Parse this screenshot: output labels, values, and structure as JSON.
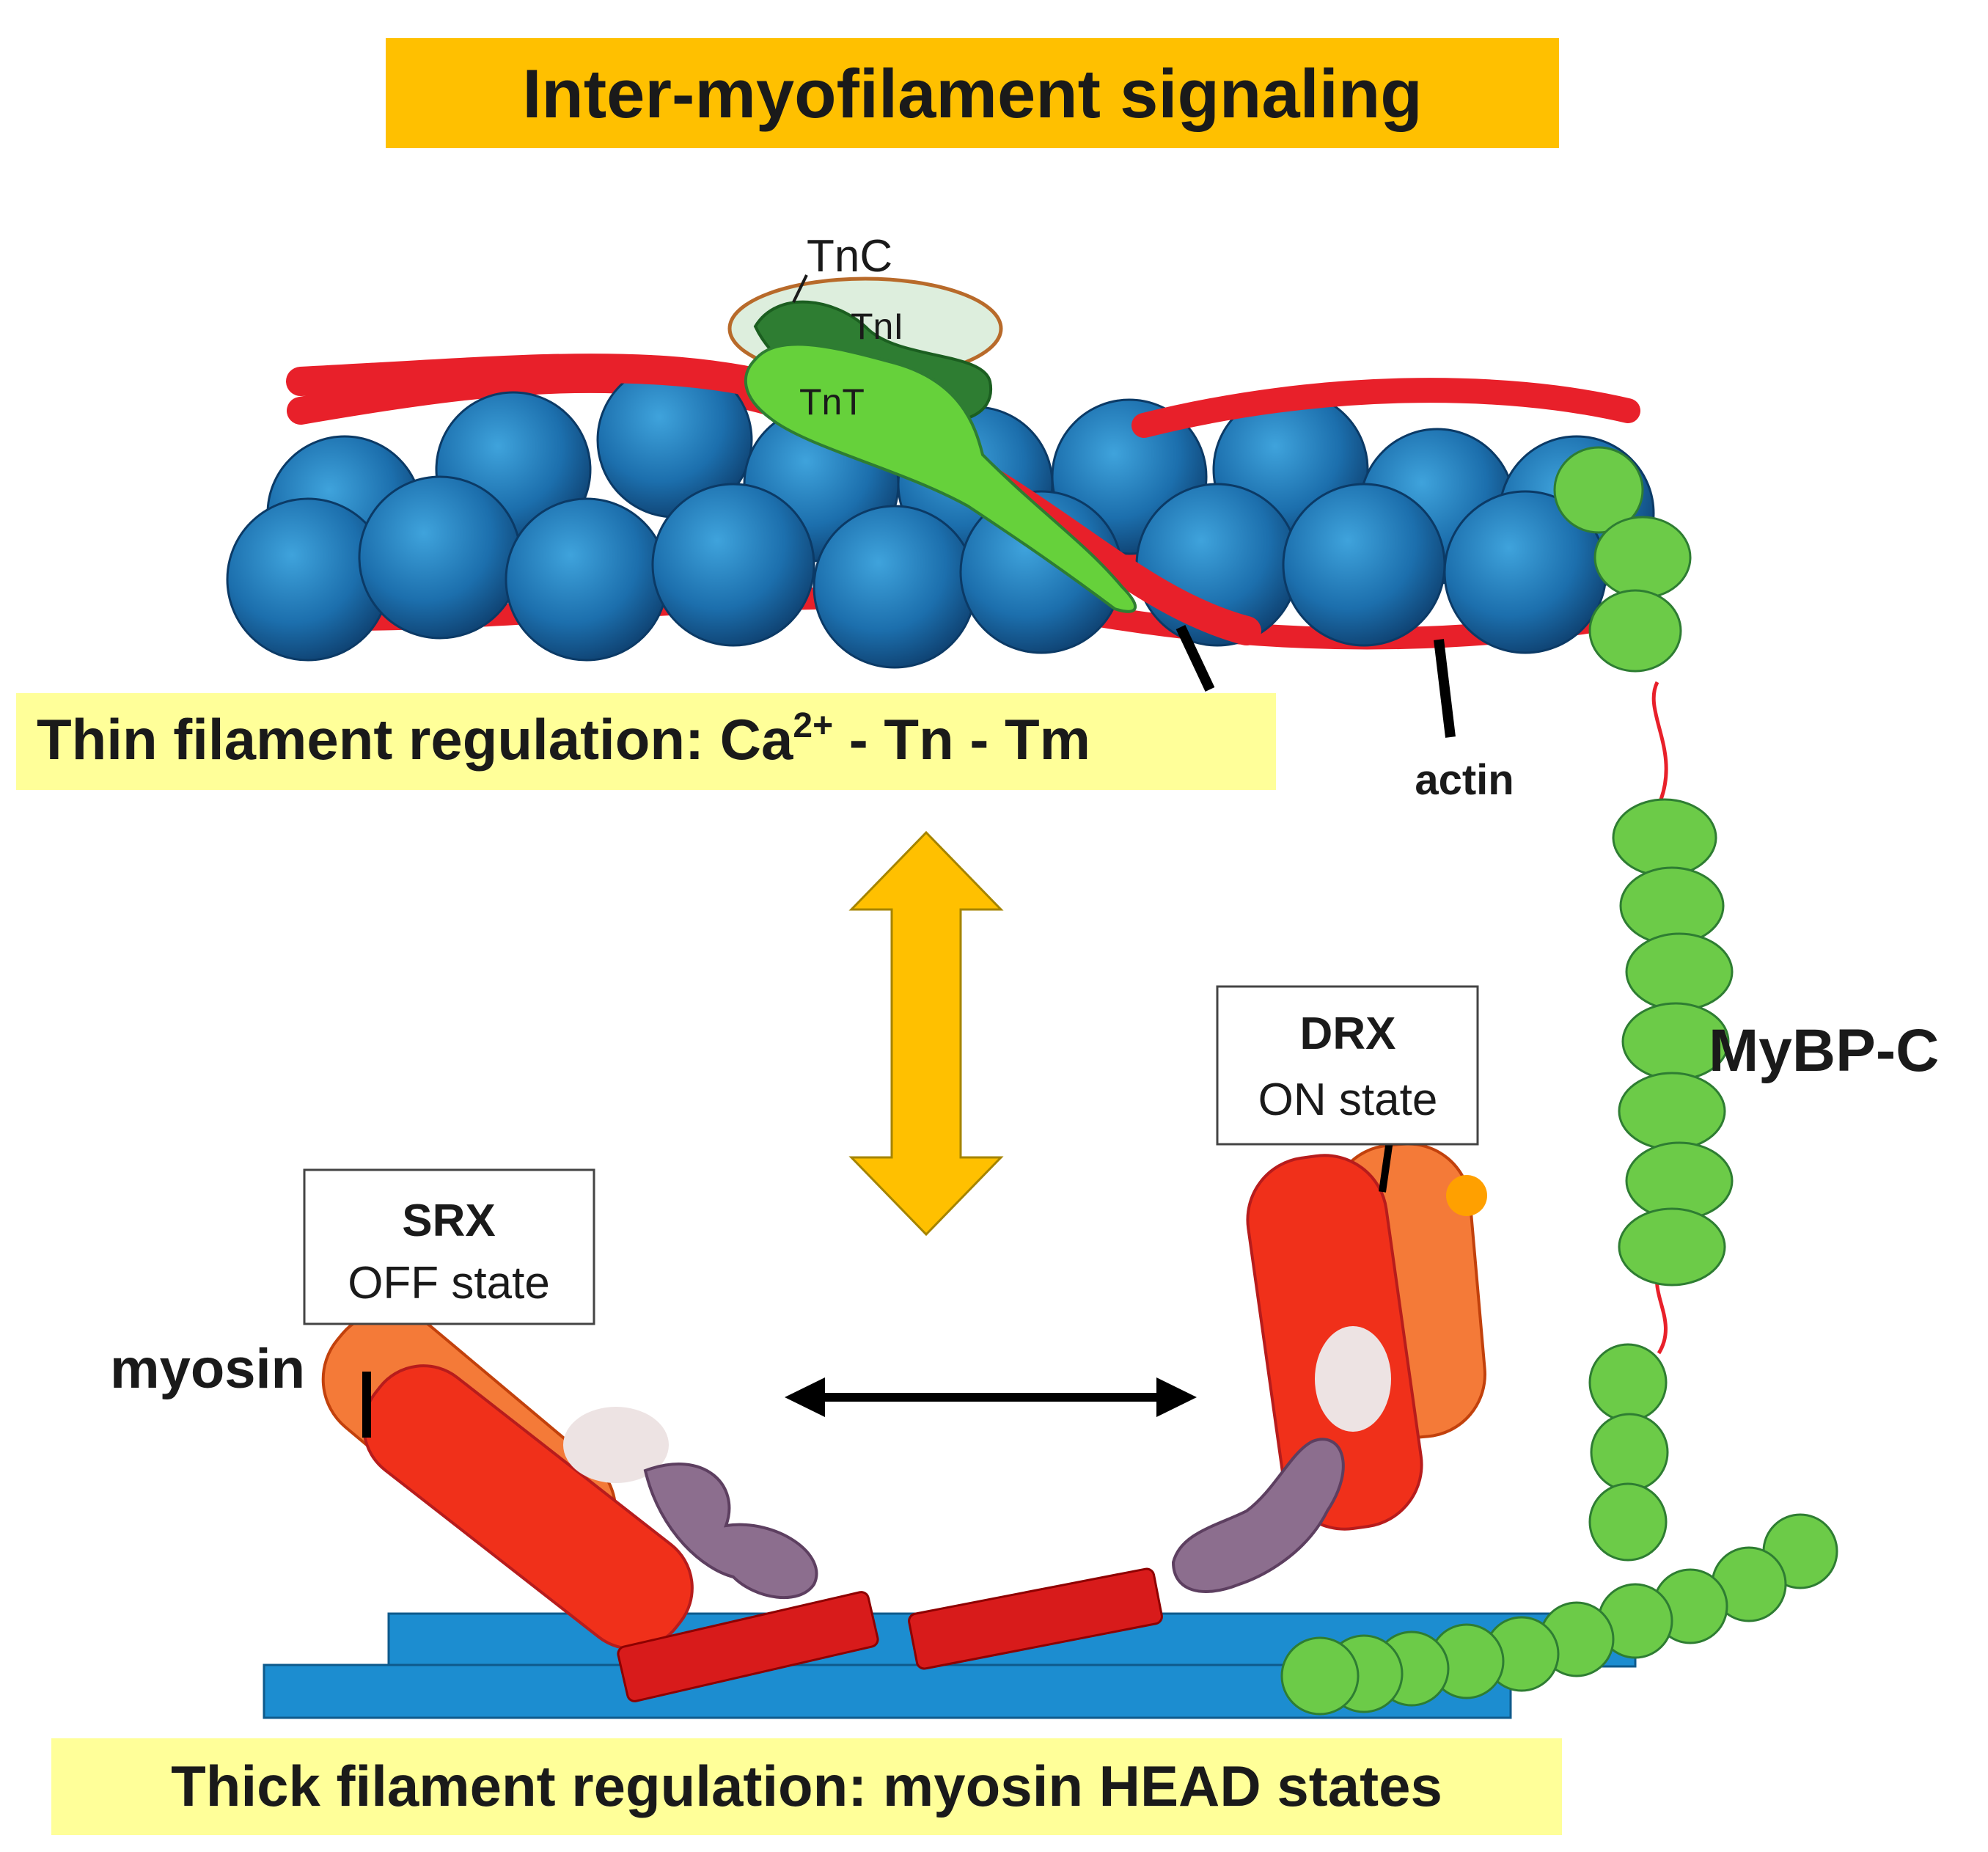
{
  "title": "Inter-myofilament signaling",
  "thin_regulation": {
    "prefix": "Thin filament regulation: Ca",
    "superscript": "2+",
    "suffix": " - Tn - Tm"
  },
  "thick_regulation": "Thick filament regulation: myosin HEAD states",
  "labels": {
    "tnc": "TnC",
    "tni": "TnI",
    "tnt": "TnT",
    "actin": "actin",
    "mybpc": "MyBP-C",
    "myosin": "myosin"
  },
  "srx": {
    "name": "SRX",
    "state": "OFF state"
  },
  "drx": {
    "name": "DRX",
    "state": "ON state"
  },
  "colors": {
    "title_bg": "#FFC000",
    "banner_bg": "#FFFF99",
    "actin": "#1E74B0",
    "tropomyosin": "#E8202A",
    "troponin_dark": "#2E7D32",
    "troponin_light": "#66D13B",
    "mybpc": "#6CCB48",
    "myosin_red": "#F0301A",
    "myosin_orange": "#F47A38",
    "lever_purple": "#8C6E8E",
    "thick_backbone": "#1C8DD0",
    "arrow_gold": "#FFC000"
  }
}
